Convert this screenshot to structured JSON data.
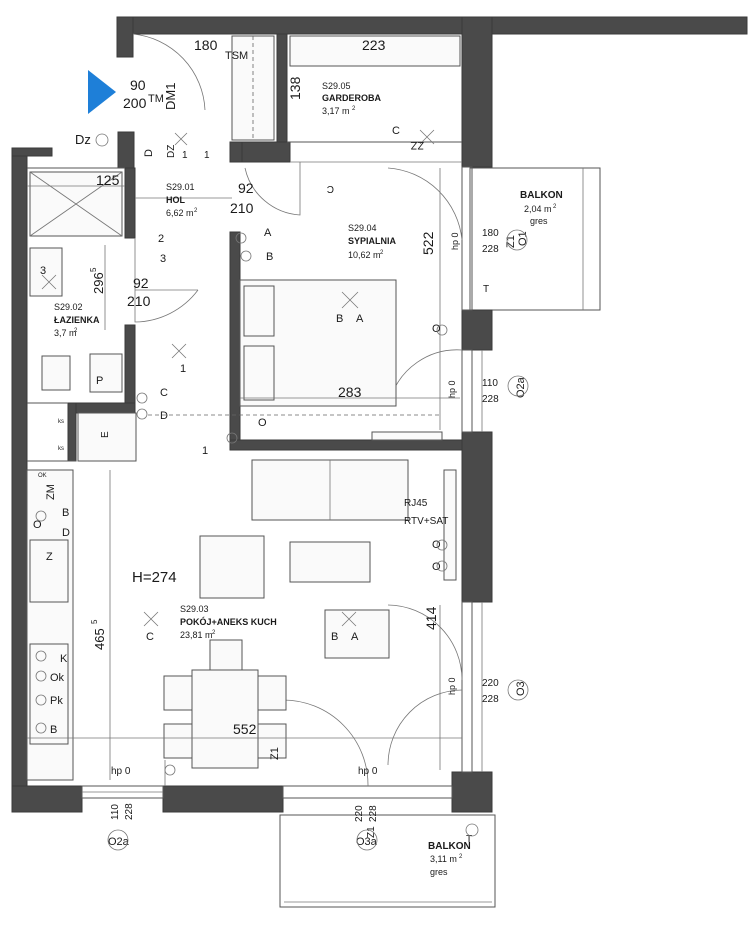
{
  "marker_color": "#1e7fd8",
  "wall_color": "#4a4a4a",
  "ceiling_height": "H=274",
  "rooms": {
    "hol": {
      "id": "S29.01",
      "name": "HOL",
      "area": "6,62 m",
      "sup": "2"
    },
    "lazienka": {
      "id": "S29.02",
      "name": "ŁAZIENKA",
      "area": "3,7 m",
      "sup": "2"
    },
    "pokoj": {
      "id": "S29.03",
      "name": "POKÓJ+ANEKS KUCH",
      "area": "23,81 m",
      "sup": "2"
    },
    "sypialnia": {
      "id": "S29.04",
      "name": "SYPIALNIA",
      "area": "10,62 m",
      "sup": "2"
    },
    "garderoba": {
      "id": "S29.05",
      "name": "GARDEROBA",
      "area": "3,17 m",
      "sup": "2"
    }
  },
  "balconies": {
    "north": {
      "name": "BALKON",
      "area": "2,04 m",
      "sup": "2",
      "material": "gres"
    },
    "south": {
      "name": "BALKON",
      "area": "3,11 m",
      "sup": "2",
      "material": "gres"
    }
  },
  "dims": {
    "d180_top": "180",
    "d223": "223",
    "d138": "138",
    "d125": "125",
    "d92_hol": "92",
    "d210_hol": "210",
    "d92_bath": "92",
    "d210_bath": "210",
    "d296": "296",
    "d296_sup": "5",
    "d522": "522",
    "d283": "283",
    "d465": "465",
    "d465_sup": "5",
    "d414": "414",
    "d552": "552",
    "d90": "90",
    "d200": "200",
    "d180_bal": "180",
    "d228_bal": "228",
    "d110_r": "110",
    "d228_r": "228",
    "d220_r": "220",
    "d228_r2": "228",
    "d110_b": "110",
    "d228_b": "228",
    "d220_b": "220",
    "d228_b2": "228",
    "hp0": "hp 0"
  },
  "symbols": {
    "dm1": "DM1",
    "tm": "TM",
    "tsm": "TSM",
    "dz": "Dz",
    "dz2": "DZ",
    "zz": "ZZ",
    "o2a": "O2a",
    "o3": "O3",
    "o3a": "O3a",
    "o1": "O1",
    "z1": "Z1",
    "zm": "ZM",
    "rj45": "RJ45",
    "rtv": "RTV+SAT",
    "a": "A",
    "b": "B",
    "c": "C",
    "d": "D",
    "o": "O",
    "t": "T",
    "e": "E",
    "k": "K",
    "ok": "Ok",
    "pk": "Pk",
    "z": "Z",
    "p": "P",
    "n1": "1",
    "n2": "2",
    "n3": "3",
    "ks": "ks",
    "okk": "OK"
  }
}
